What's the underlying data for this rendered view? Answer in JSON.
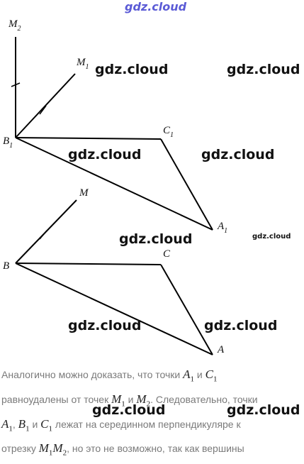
{
  "watermark_top": "gdz.cloud",
  "watermarks": [
    "gdz.cloud",
    "gdz.cloud",
    "gdz.cloud",
    "gdz.cloud",
    "gdz.cloud",
    "gdz.cloud",
    "gdz.cloud",
    "gdz.cloud",
    "gdz.cloud"
  ],
  "watermark_small": "gdz.cloud",
  "labels_top": {
    "M2": "M",
    "M2_sub": "2",
    "M1": "M",
    "M1_sub": "1",
    "B1": "B",
    "B1_sub": "1",
    "C1": "C",
    "C1_sub": "1",
    "A1": "A",
    "A1_sub": "1"
  },
  "labels_bottom": {
    "M": "M",
    "B": "B",
    "C": "C",
    "A": "A"
  },
  "text": {
    "l1a": "Аналогично можно доказать, что точки ",
    "l1b": " и ",
    "l2a": "равноудалены от точек ",
    "l2b": " и ",
    "l2c": ". Следовательно, точки",
    "l3a": ", ",
    "l3b": " и ",
    "l3c": " лежат на серединном перпендикуляре к",
    "l4a": "отрезку ",
    "l4b": ", но это не возможно, так как вершины",
    "A": "A",
    "B": "B",
    "C": "C",
    "M": "M",
    "s1": "1",
    "s2": "2"
  }
}
